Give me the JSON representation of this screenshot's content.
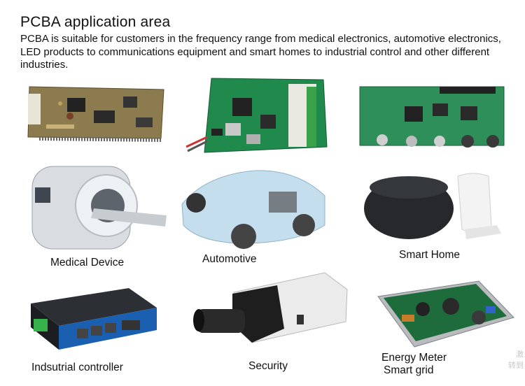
{
  "heading": "PCBA application area",
  "description": "PCBA is suitable for customers in the frequency range from medical electronics, automotive electronics, LED products to communications equipment and smart homes to industrial control and other different industries.",
  "captions": {
    "medical": "Medical Device",
    "automotive": "Automotive",
    "smart_home": "Smart Home",
    "industrial": "Indsutrial controller",
    "security": "Security",
    "energy_line1": "Energy Meter",
    "energy_line2": "Smart grid"
  },
  "watermark": {
    "line1": "激",
    "line2": "转到"
  }
}
